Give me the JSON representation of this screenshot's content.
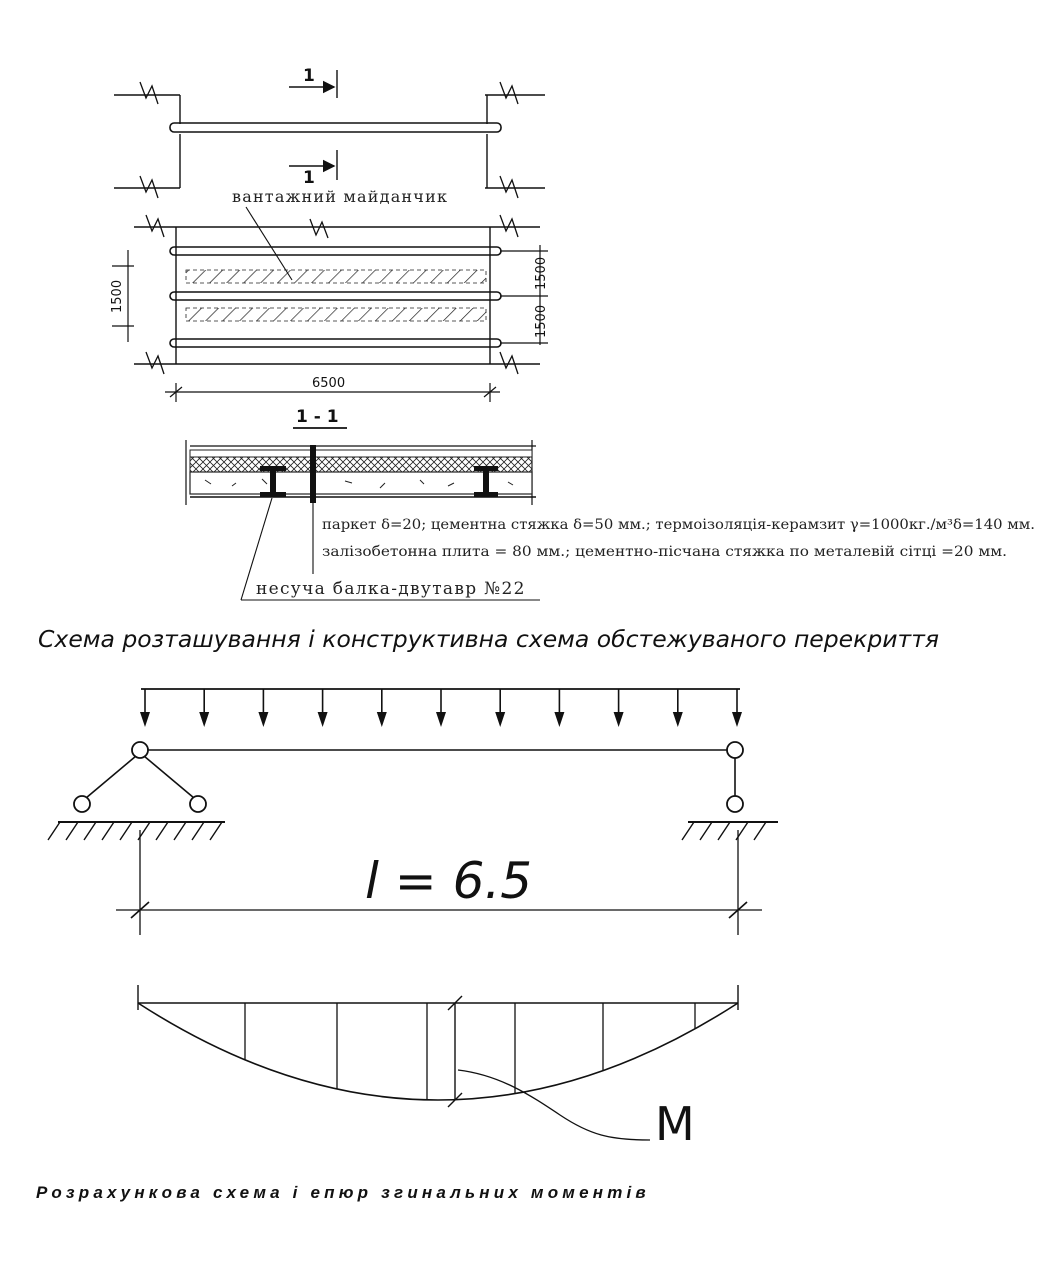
{
  "plan": {
    "section_marker": "1",
    "section_marker_lower": "1",
    "platform_label": "вантажний майданчик",
    "dim_left": "1500",
    "dim_right_top": "1500",
    "dim_right_bottom": "1500",
    "dim_span": "6500"
  },
  "section": {
    "title": "1 - 1",
    "layers_line1": "паркет δ=20; цементна стяжка δ=50 мм.; термоізоляція-керамзит γ=1000кг./м³δ=140 мм.",
    "layers_line2": "залізобетонна плита = 80 мм.; цементно-пісчана стяжка по металевій сітці =20 мм.",
    "beam_label": "несуча балка-двутавр №22"
  },
  "caption_top": "Схема розташування і конструктивна схема обстежуваного перекриття",
  "calc": {
    "span_label": "l = 6.5",
    "moment_label": "M"
  },
  "caption_bottom": "Розрахункова схема і епюр згинальних моментів"
}
